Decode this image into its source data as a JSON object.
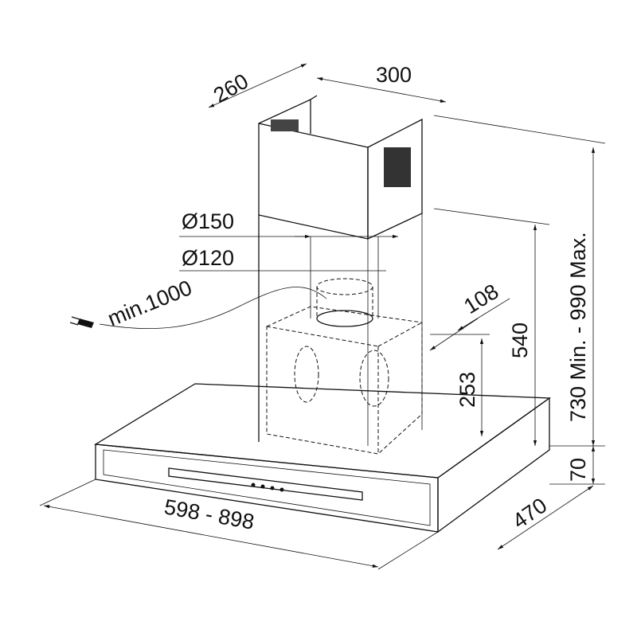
{
  "dimensions": {
    "chimney_depth": "260",
    "chimney_width": "300",
    "outlet_diameter_large": "Ø150",
    "outlet_diameter_small": "Ø120",
    "cable_length": "min.1000",
    "outlet_offset": "108",
    "motor_height": "540",
    "outlet_height": "253",
    "total_height": "730 Min. - 990 Max.",
    "canopy_thickness": "70",
    "canopy_depth": "470",
    "canopy_width": "598 - 898"
  },
  "colors": {
    "line": "#111111",
    "background": "#ffffff"
  }
}
